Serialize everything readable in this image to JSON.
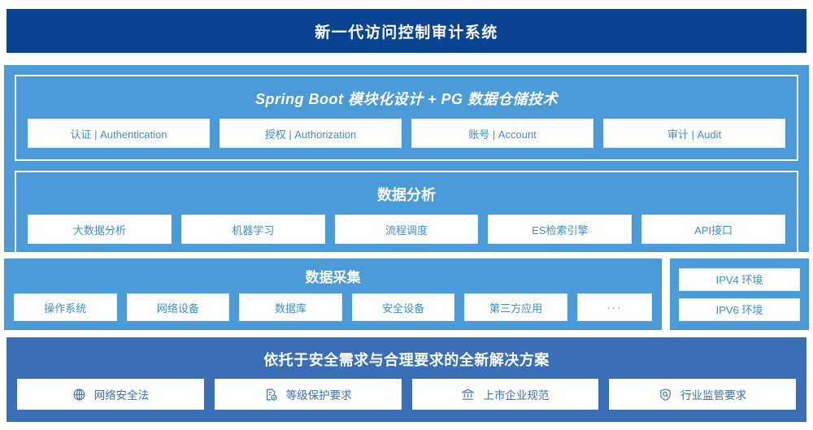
{
  "header": {
    "title": "新一代访问控制审计系统"
  },
  "colors": {
    "header_navy": "#0b4393",
    "panel_blue": "#4a9bd8",
    "banner_blue": "#3a6fb8",
    "card_text_blue": "#3d8fd0",
    "card_bg": "#ffffff"
  },
  "upper": {
    "spring": {
      "title": "Spring Boot 模块化设计 + PG 数据仓储技术",
      "cards": [
        {
          "label": "认证 | Authentication"
        },
        {
          "label": "授权 | Authorization"
        },
        {
          "label": "账号 | Account"
        },
        {
          "label": "审计 | Audit"
        }
      ]
    },
    "analysis": {
      "title": "数据分析",
      "cards": [
        {
          "label": "大数据分析"
        },
        {
          "label": "机器学习"
        },
        {
          "label": "流程调度"
        },
        {
          "label": "ES检索引擎"
        },
        {
          "label": "API接口"
        }
      ]
    }
  },
  "collect": {
    "title": "数据采集",
    "cards": [
      {
        "label": "操作系统"
      },
      {
        "label": "网络设备"
      },
      {
        "label": "数据库"
      },
      {
        "label": "安全设备"
      },
      {
        "label": "第三方应用"
      },
      {
        "label": "···"
      }
    ]
  },
  "ipv": {
    "cards": [
      {
        "label": "IPV4 环境"
      },
      {
        "label": "IPV6 环境"
      }
    ]
  },
  "bottom": {
    "title": "依托于安全需求与合理要求的全新解决方案",
    "cards": [
      {
        "label": "网络安全法",
        "icon": "globe-icon"
      },
      {
        "label": "等级保护要求",
        "icon": "document-check-icon"
      },
      {
        "label": "上市企业规范",
        "icon": "bank-icon"
      },
      {
        "label": "行业监管要求",
        "icon": "shield-search-icon"
      }
    ]
  }
}
